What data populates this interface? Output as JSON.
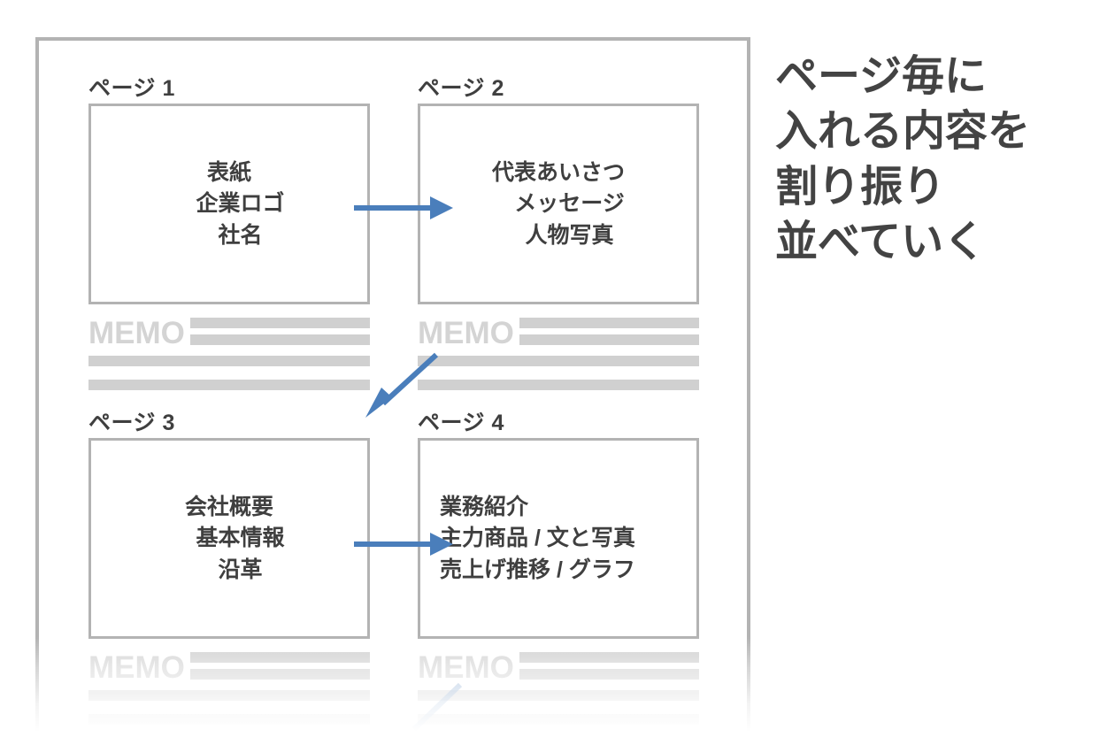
{
  "frame": {
    "border_color": "#b3b3b3"
  },
  "accent_color": "#4a7ebb",
  "text_color": "#3f3f3f",
  "memo_color": "#d4d4d4",
  "bar_color": "#d0d0d0",
  "pages": [
    {
      "label": "ページ 1",
      "body": "表紙\n　企業ロゴ\n　社名",
      "align": "center",
      "memo_word": "MEMO"
    },
    {
      "label": "ページ 2",
      "body": "代表あいさつ\n　メッセージ\n　人物写真",
      "align": "center",
      "memo_word": "MEMO"
    },
    {
      "label": "ページ 3",
      "body": "会社概要\n　基本情報\n　沿革",
      "align": "center",
      "memo_word": "MEMO"
    },
    {
      "label": "ページ 4",
      "body": "業務紹介\n主力商品 / 文と写真\n売上げ推移 / グラフ",
      "align": "left",
      "memo_word": "MEMO"
    }
  ],
  "arrows": [
    {
      "name": "arrow-page1-to-page2",
      "kind": "horizontal"
    },
    {
      "name": "arrow-page2-to-page3",
      "kind": "diagonal"
    },
    {
      "name": "arrow-page3-to-page4",
      "kind": "horizontal"
    }
  ],
  "caption": {
    "text": "ページ毎に\n入れる内容を\n割り振り\n並べていく"
  }
}
